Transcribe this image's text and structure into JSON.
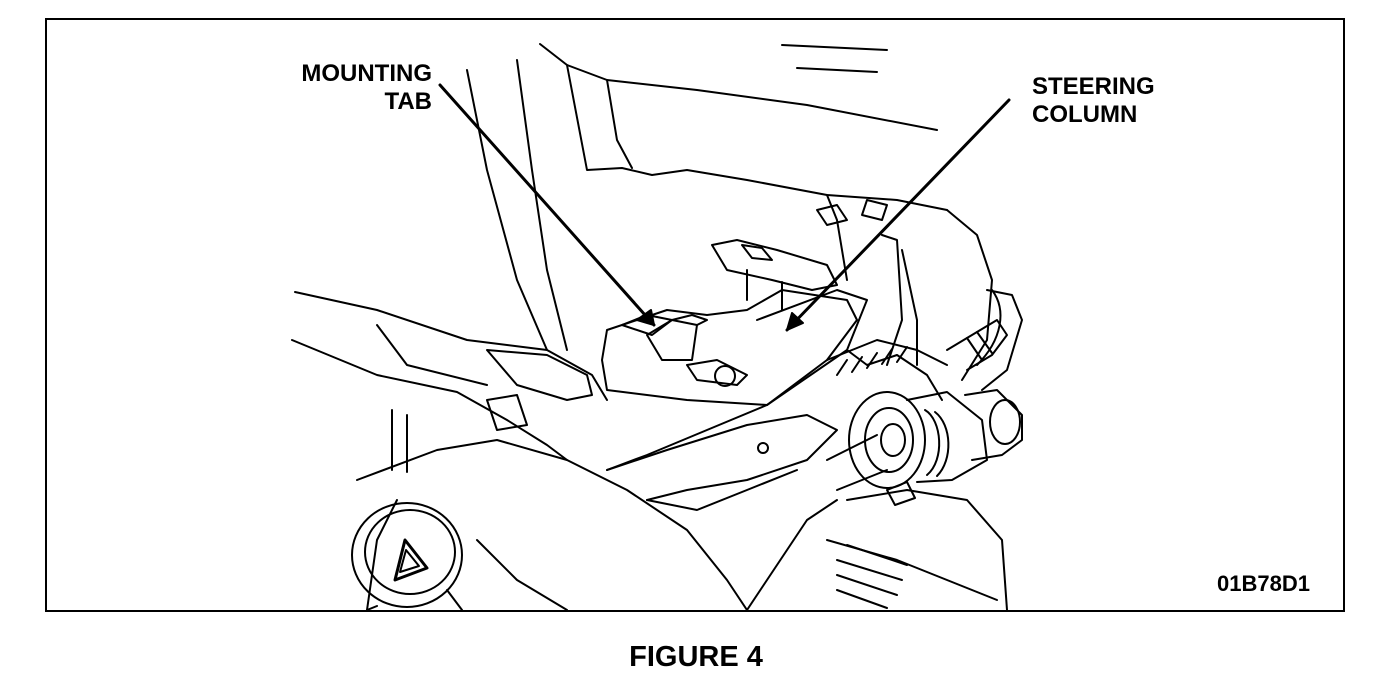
{
  "figure": {
    "caption": "FIGURE 4",
    "code": "01B78D1",
    "callouts": {
      "mounting_tab": [
        "MOUNTING",
        "TAB"
      ],
      "steering_column": [
        "STEERING",
        "COLUMN"
      ]
    }
  }
}
